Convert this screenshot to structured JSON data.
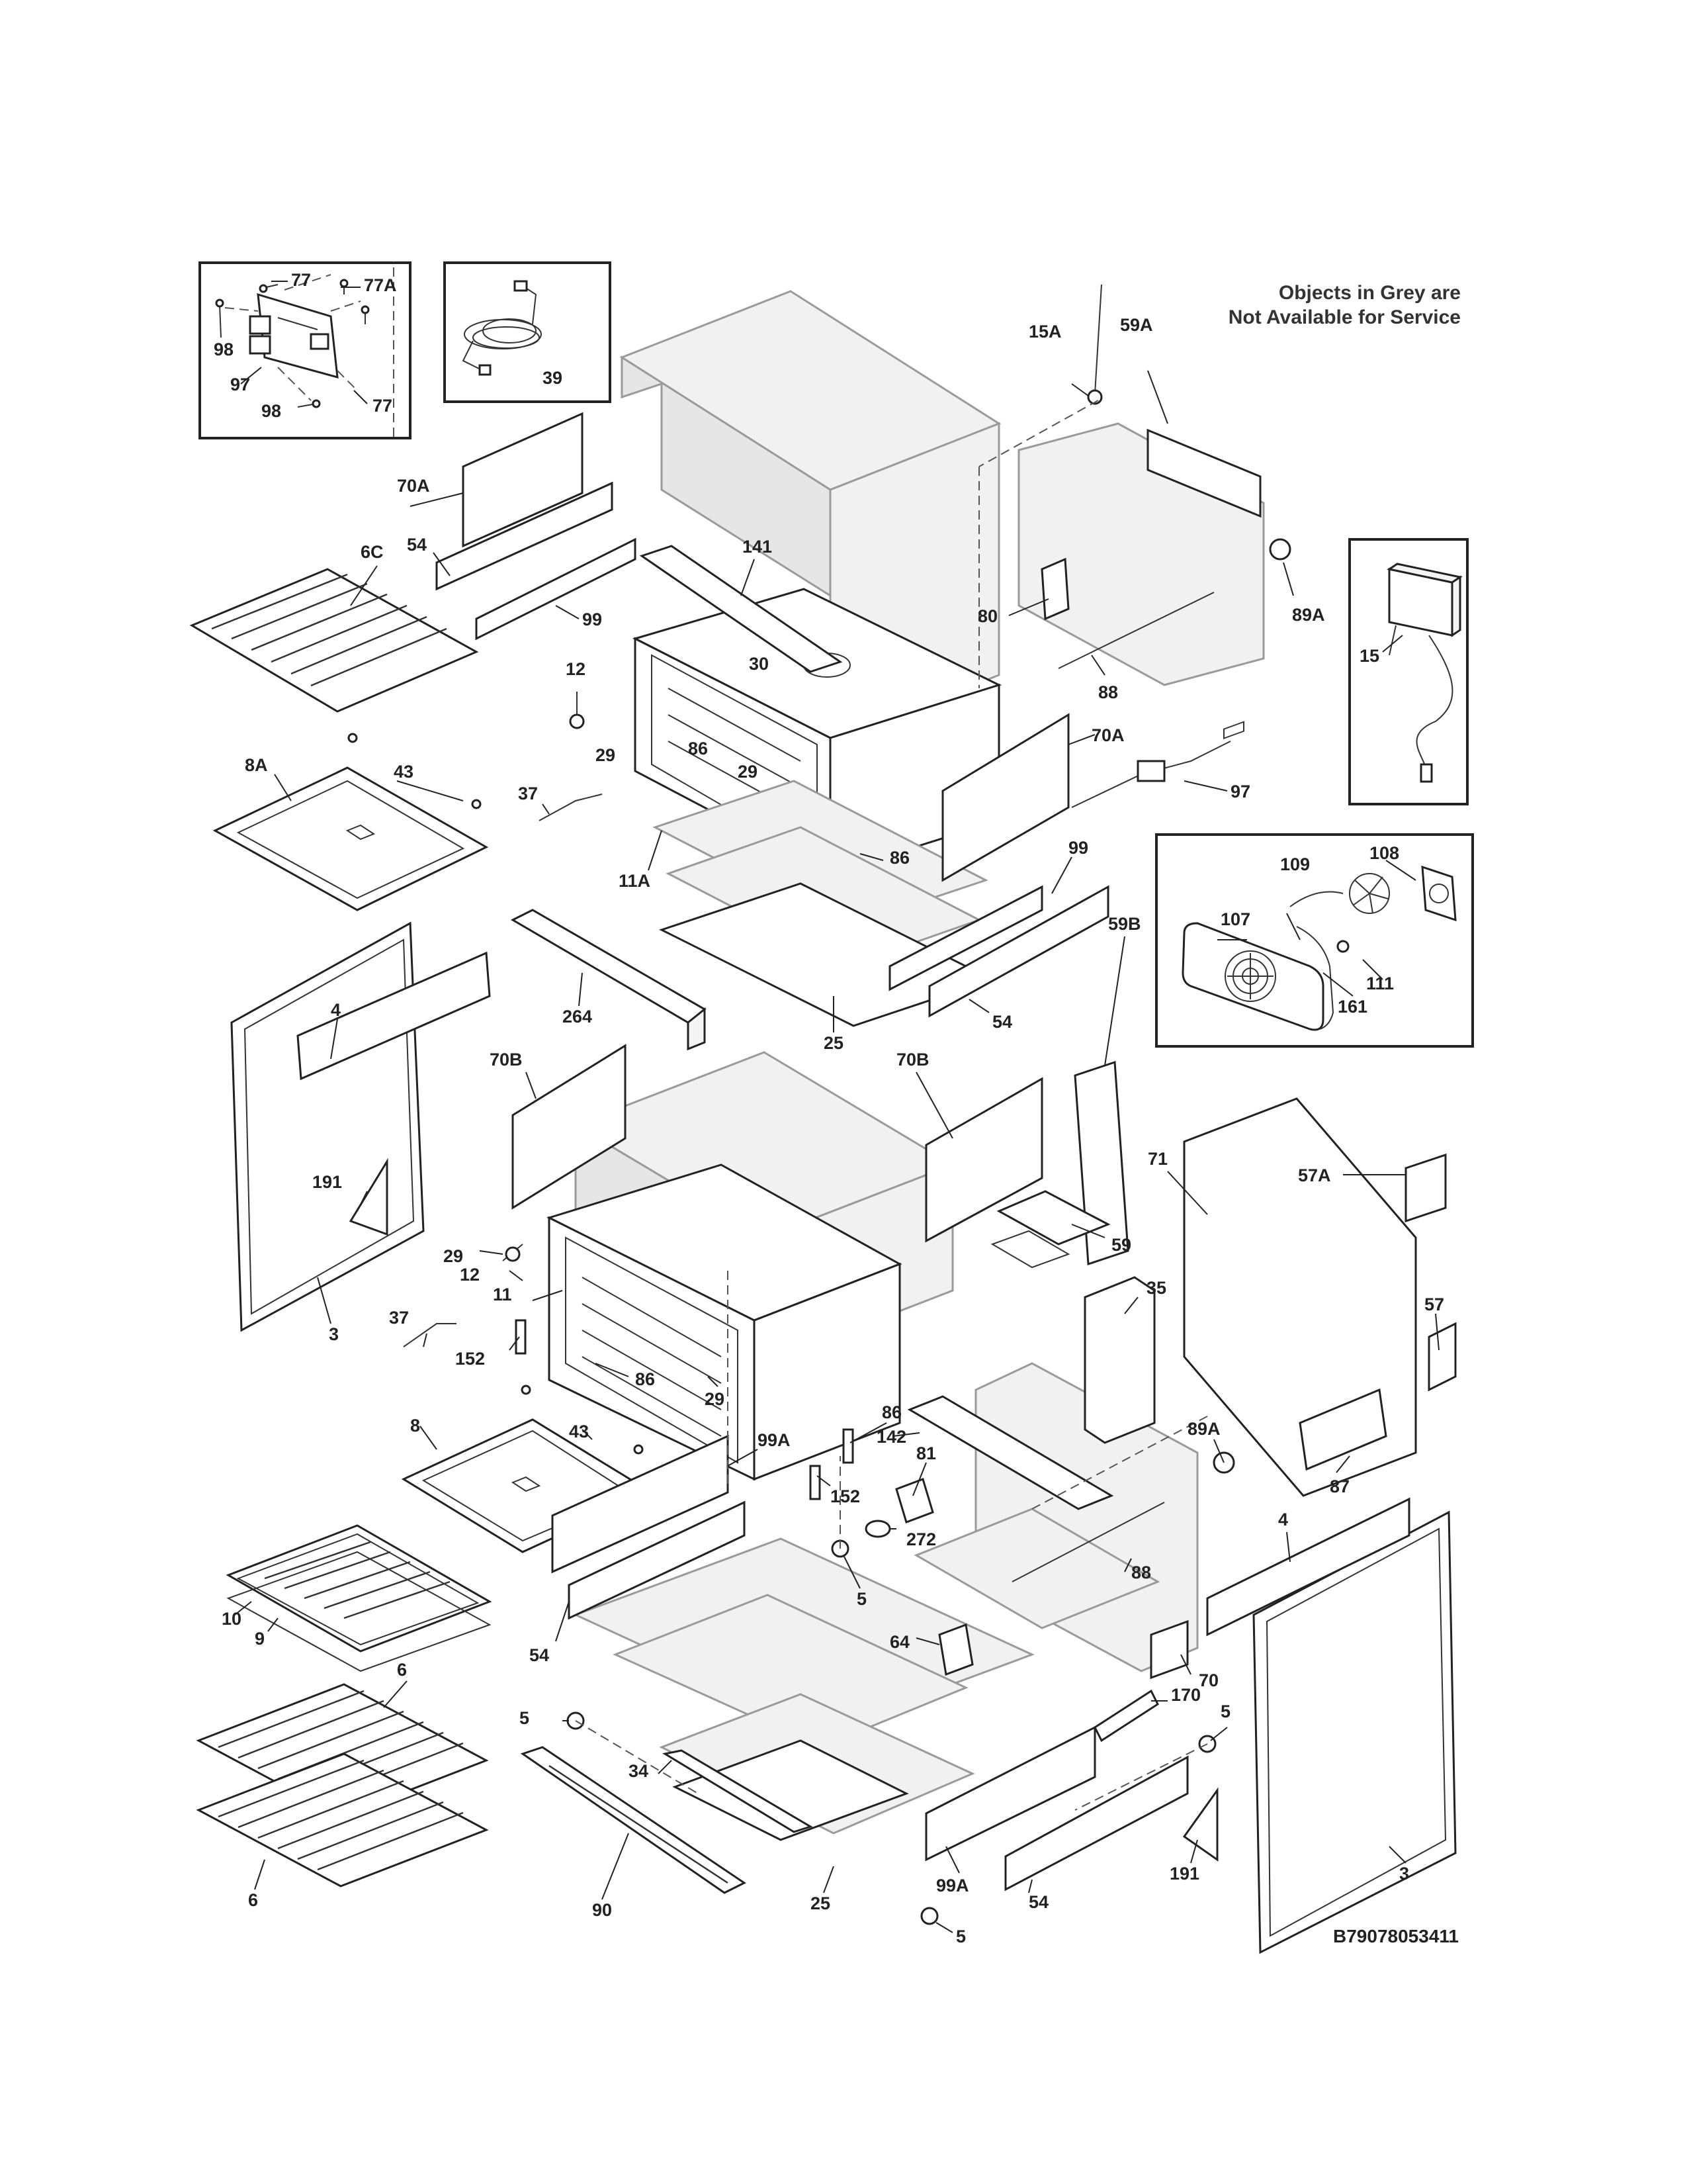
{
  "note": {
    "line1": "Objects in Grey are",
    "line2": "Not Available for Service"
  },
  "diagram_code": "B79078053411",
  "labels": {
    "l77a": "77",
    "l77b": "77A",
    "l98a": "98",
    "l97a": "97",
    "l98b": "98",
    "l77c": "77",
    "l39": "39",
    "l15a": "15A",
    "l59a": "59A",
    "l70a_top": "70A",
    "l141": "141",
    "l6c": "6C",
    "l54_top": "54",
    "l99_top": "99",
    "l80": "80",
    "l89a_top": "89A",
    "l88_top": "88",
    "l15": "15",
    "l12_top": "12",
    "l30": "30",
    "l29_top1": "29",
    "l86_top1": "86",
    "l29_top2": "29",
    "l70a_mid": "70A",
    "l97_mid": "97",
    "l8a": "8A",
    "l43_top": "43",
    "l37_top": "37",
    "l11a": "11A",
    "l86_top2": "86",
    "l99_mid": "99",
    "l108": "108",
    "l109": "109",
    "l107": "107",
    "l111": "111",
    "l161": "161",
    "l264": "264",
    "l25_mid": "25",
    "l54_mid": "54",
    "l4_left": "4",
    "l70b_left": "70B",
    "l70b_right": "70B",
    "l59b": "59B",
    "l191_left": "191",
    "l59": "59",
    "l71": "71",
    "l57a": "57A",
    "l29_low": "29",
    "l12_low": "12",
    "l11": "11",
    "l3_left": "3",
    "l37_low": "37",
    "l152_low1": "152",
    "l86_low1": "86",
    "l29_low2": "29",
    "l35": "35",
    "l57": "57",
    "l8": "8",
    "l43_low": "43",
    "l86_low2": "86",
    "l142": "142",
    "l81": "81",
    "l89a_low": "89A",
    "l87": "87",
    "l152_low2": "152",
    "l99a_top": "99A",
    "l272": "272",
    "l88_low": "88",
    "l4_right": "4",
    "l5_a": "5",
    "l10": "10",
    "l9": "9",
    "l54_low1": "54",
    "l64": "64",
    "l70_low": "70",
    "l6_top": "6",
    "l5_b": "5",
    "l170": "170",
    "l5_c": "5",
    "l34": "34",
    "l191_low": "191",
    "l6_low": "6",
    "l90": "90",
    "l3_right": "3",
    "l99a_low": "99A",
    "l54_low2": "54",
    "l25_low": "25",
    "l5_d": "5"
  }
}
